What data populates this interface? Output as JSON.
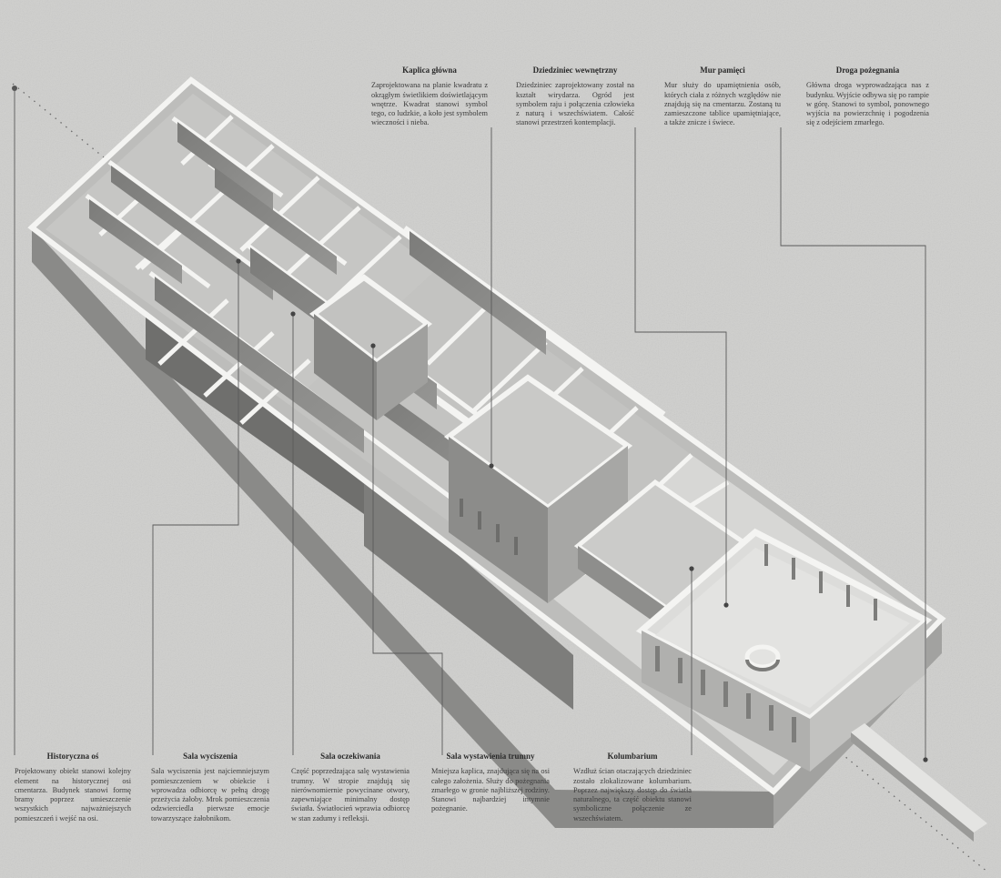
{
  "colors": {
    "background": "#cfcfcd",
    "wall_top": "#f4f4f2",
    "wall_side": "#838381",
    "wall_side_dark": "#6b6b69",
    "floor": "#d9d9d7",
    "leader": "#5a5a5a"
  },
  "annotations": {
    "top": [
      {
        "id": "kaplica",
        "title": "Kaplica główna",
        "text": "Zaprojektowana na planie kwadratu z okrągłym świetlikiem doświetlającym wnętrze. Kwadrat stanowi symbol tego, co ludzkie, a koło jest symbolem wieczności i nieba."
      },
      {
        "id": "dziedziniec",
        "title": "Dziedziniec wewnętrzny",
        "text": "Dziedziniec zaprojektowany został na kształt wirydarza. Ogród jest symbolem raju i połączenia człowieka z naturą i wszechświatem. Całość stanowi przestrzeń kontemplacji."
      },
      {
        "id": "mur",
        "title": "Mur pamięci",
        "text": "Mur służy do upamiętnienia osób, których ciała z różnych względów nie znajdują się na cmentarzu. Zostaną tu zamieszczone tablice upamiętniające, a także znicze i świece."
      },
      {
        "id": "droga",
        "title": "Droga pożegnania",
        "text": "Główna droga wyprowadzająca nas z budynku. Wyjście odbywa się po rampie w górę. Stanowi to symbol, ponownego wyjścia na powierzchnię i pogodzenia się z odejściem zmarłego."
      }
    ],
    "bottom": [
      {
        "id": "historyczna",
        "title": "Historyczna oś",
        "text": "Projektowany obiekt stanowi kolejny element na historycznej osi cmentarza. Budynek stanowi formę bramy poprzez umieszczenie wszystkich najważniejszych pomieszczeń i wejść na osi."
      },
      {
        "id": "wyciszenia",
        "title": "Sala wyciszenia",
        "text": "Sala wyciszenia jest najciemniejszym pomieszczeniem w obiekcie i wprowadza odbiorcę w pełną drogę przeżycia żałoby. Mrok pomieszczenia odzwierciedla pierwsze emocje towarzyszące żałobnikom."
      },
      {
        "id": "oczekiwania",
        "title": "Sala oczekiwania",
        "text": "Część poprzedzająca salę wystawienia trumny. W stropie znajdują się nierównomiernie powycinane otwory, zapewniające minimalny dostęp światła. Światłocień wprawia odbiorcę w stan zadumy i refleksji."
      },
      {
        "id": "trumny",
        "title": "Sala wystawienia trumny",
        "text": "Mniejsza kaplica, znajdująca się na osi całego założenia. Służy do pożegnania zmarłego w gronie najbliższej rodziny. Stanowi najbardziej intymnie pożegnanie."
      },
      {
        "id": "kolumbarium",
        "title": "Kolumbarium",
        "text": "Wzdłuż ścian otaczających dziedziniec zostało zlokalizowane kolumbarium. Poprzez największy dostęp do światła naturalnego, ta część obiektu stanowi symboliczne połączenie ze wszechświatem."
      }
    ]
  }
}
